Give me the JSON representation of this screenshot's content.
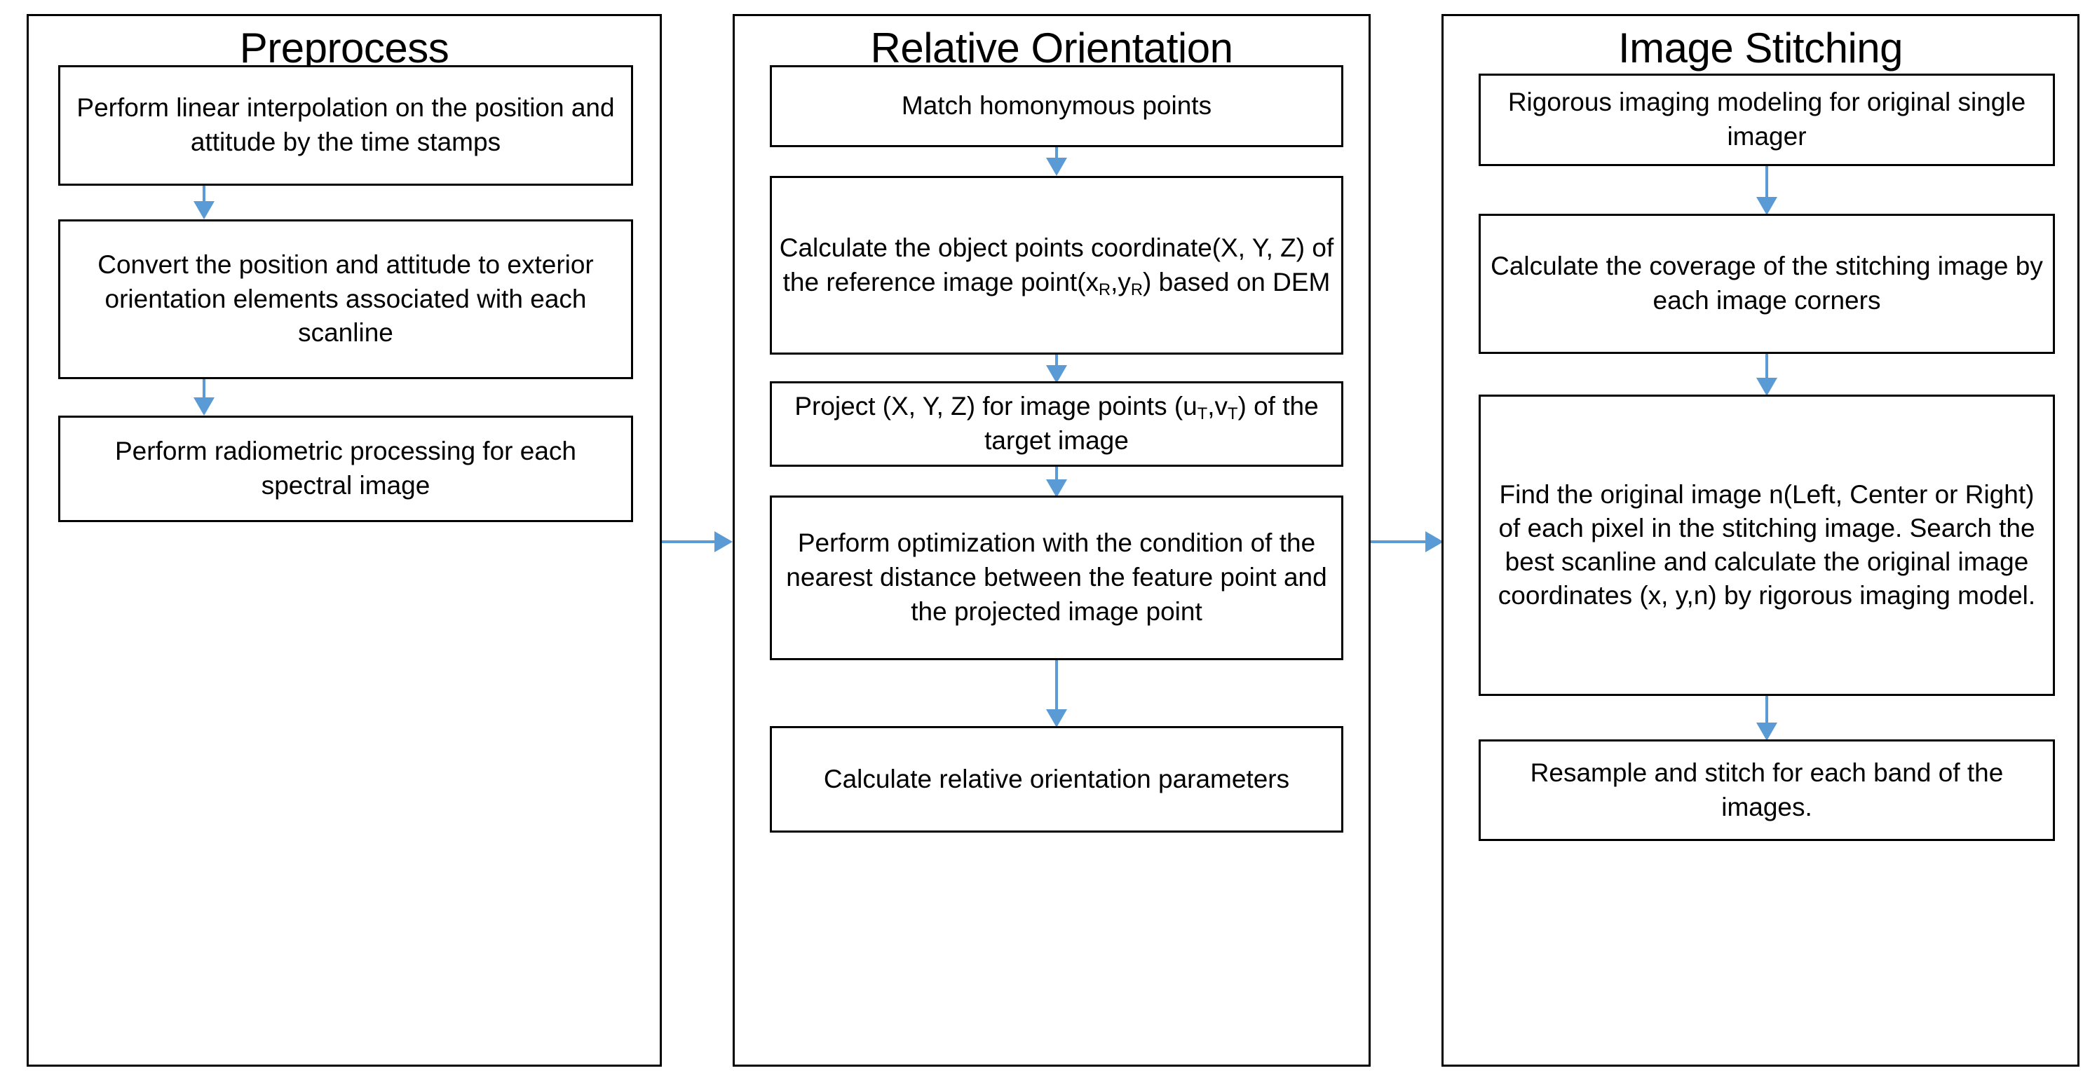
{
  "diagram": {
    "title": "Three-stage image processing workflow",
    "accent_color": "#5B9BD5",
    "line_color": "#000000",
    "background_color": "#FFFFFF"
  },
  "stages": [
    {
      "id": "preprocess",
      "title": "Preprocess",
      "steps": [
        {
          "id": "p1",
          "text": "Perform linear interpolation on the position and attitude by the time stamps"
        },
        {
          "id": "p2",
          "text": "Convert the position and attitude to exterior orientation elements associated with each scanline"
        },
        {
          "id": "p3",
          "text": "Perform radiometric processing for each spectral image"
        }
      ]
    },
    {
      "id": "relative-orientation",
      "title": "Relative Orientation",
      "steps": [
        {
          "id": "r1",
          "text": "Match homonymous  points"
        },
        {
          "id": "r2",
          "text_before": "Calculate the object points coordinate(X, Y, Z) of the reference image point(x",
          "sub1": "R",
          "text_mid": ",y",
          "sub2": "R",
          "text_after": ") based on DEM"
        },
        {
          "id": "r3",
          "text_before": "Project (X, Y, Z)  for image points (u",
          "sub1": "T",
          "text_mid": ",v",
          "sub2": "T",
          "text_after": ") of the target image"
        },
        {
          "id": "r4",
          "text": "Perform optimization with the condition of the nearest distance between the feature point and the projected image point"
        },
        {
          "id": "r5",
          "text": "Calculate relative orientation parameters"
        }
      ]
    },
    {
      "id": "image-stitching",
      "title": "Image Stitching",
      "steps": [
        {
          "id": "s1",
          "text": "Rigorous imaging modeling for original single imager"
        },
        {
          "id": "s2",
          "text": "Calculate the coverage of the stitching image by each image corners"
        },
        {
          "id": "s3",
          "line1": "Find the original image n(Left, Center or Right) of each pixel in the stitching image.",
          "line2": "Search the best scanline and calculate the original image coordinates (x, y,n)  by rigorous imaging model."
        },
        {
          "id": "s4",
          "text": "Resample and stitch for each band of the images."
        }
      ]
    }
  ],
  "connectors": {
    "preprocess_to_relative": "arrow-right",
    "relative_to_stitching": "arrow-right",
    "vertical": "arrow-down"
  }
}
